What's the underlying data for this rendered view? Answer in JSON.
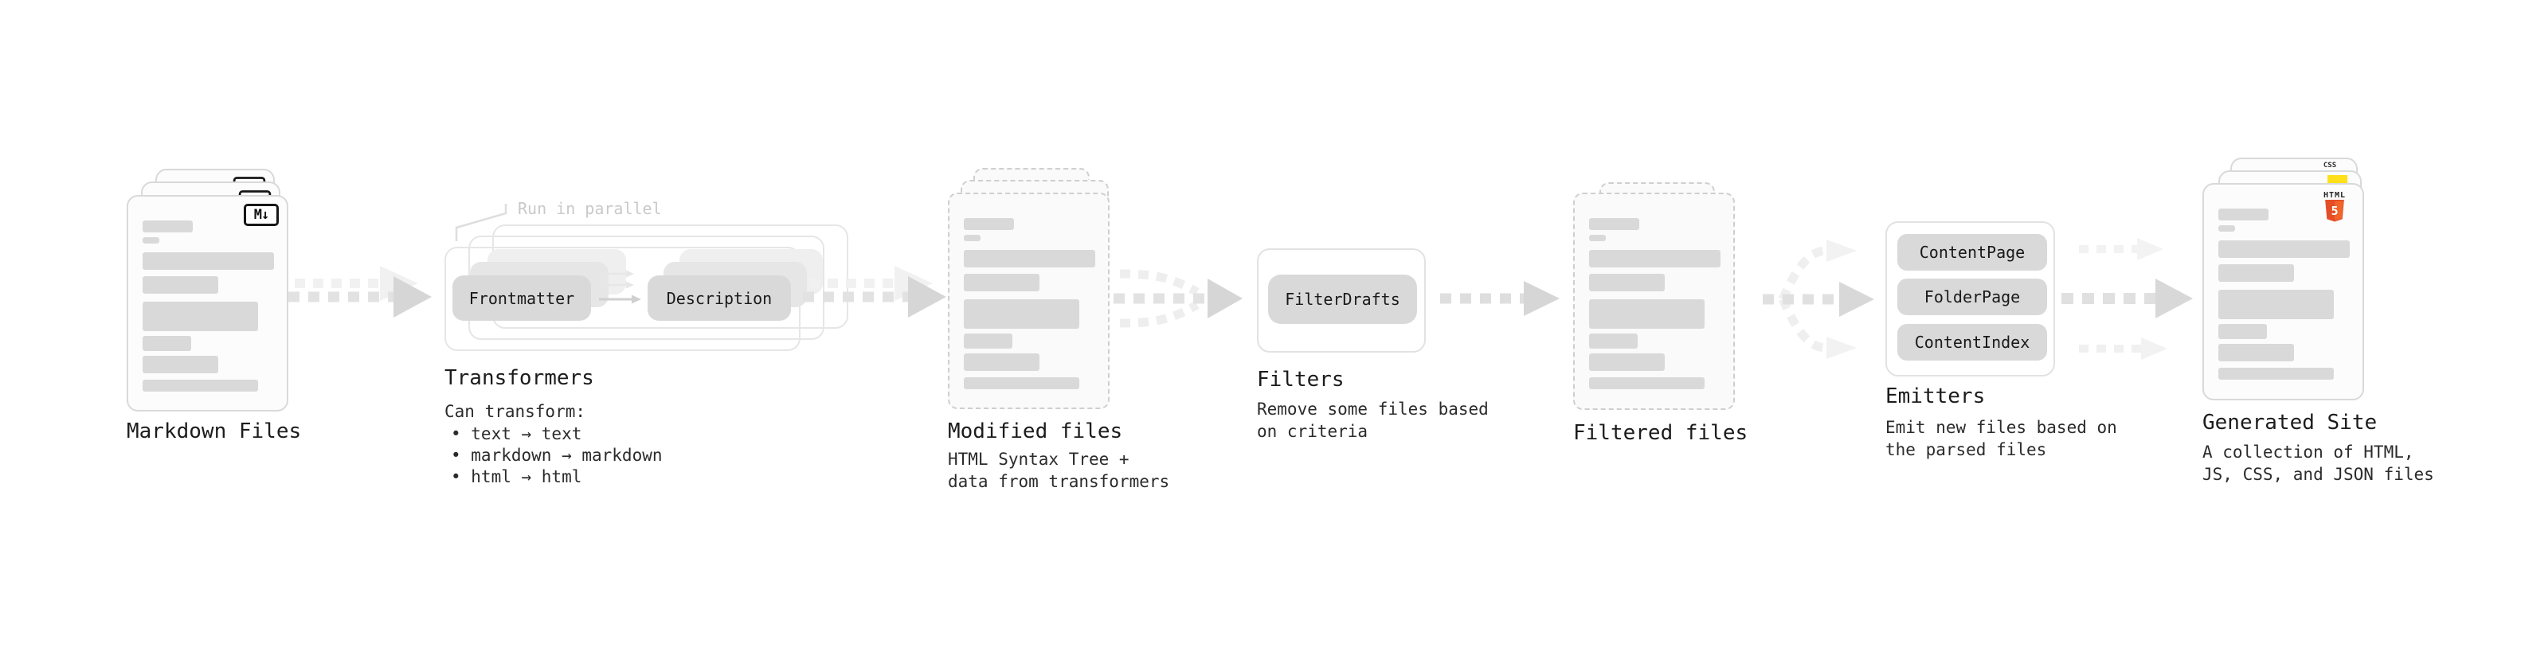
{
  "diagram": {
    "nodes": {
      "markdown_files": {
        "label": "Markdown Files"
      },
      "transformers": {
        "label": "Transformers",
        "note": "Run in parallel",
        "buttons": [
          "Frontmatter",
          "Description"
        ],
        "desc_title": "Can transform:",
        "bullets": [
          "• text → text",
          "• markdown → markdown",
          "• html → html"
        ]
      },
      "modified_files": {
        "label": "Modified files",
        "desc": "HTML Syntax Tree +\ndata from transformers"
      },
      "filters": {
        "label": "Filters",
        "buttons": [
          "FilterDrafts"
        ],
        "desc": "Remove some files based\non criteria"
      },
      "filtered_files": {
        "label": "Filtered files"
      },
      "emitters": {
        "label": "Emitters",
        "buttons": [
          "ContentPage",
          "FolderPage",
          "ContentIndex"
        ],
        "desc": "Emit new files based on\nthe parsed files"
      },
      "generated_site": {
        "label": "Generated Site",
        "desc": "A collection of HTML,\nJS, CSS, and JSON files"
      }
    },
    "icons": {
      "markdown_glyph": "M↓",
      "html5_word": "HTML",
      "html5_number": "5",
      "css_word": "CSS"
    },
    "colors": {
      "html5_orange": "#e44d26",
      "html5_orange_light": "#f16529",
      "js_yellow": "#ffe01a",
      "css_blue": "#3b6ef5"
    }
  }
}
